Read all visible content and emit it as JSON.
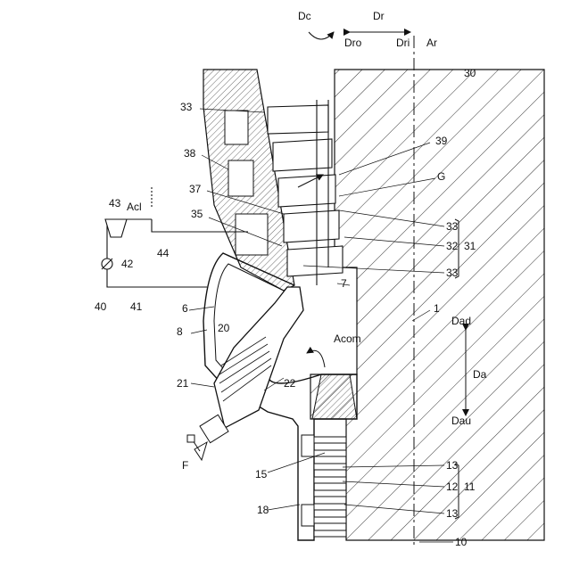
{
  "figure": {
    "labels": {
      "dc": "Dc",
      "dr": "Dr",
      "dro": "Dro",
      "dri": "Dri",
      "ar": "Ar",
      "n30": "30",
      "n33a": "33",
      "n39": "39",
      "n38": "38",
      "g": "G",
      "n37": "37",
      "n35": "35",
      "n43": "43",
      "acl": "Acl",
      "n33b": "33",
      "n32": "32",
      "n31": "31",
      "n33c": "33",
      "n42": "42",
      "n44": "44",
      "n40": "40",
      "n41": "41",
      "n7": "7",
      "n1": "1",
      "n6": "6",
      "n20": "20",
      "acom": "Acom",
      "dad": "Dad",
      "da": "Da",
      "dau": "Dau",
      "n8": "8",
      "n21": "21",
      "n22": "22",
      "f": "F",
      "n15": "15",
      "n13a": "13",
      "n12": "12",
      "n11": "11",
      "n13b": "13",
      "n18": "18",
      "n10": "10"
    }
  }
}
